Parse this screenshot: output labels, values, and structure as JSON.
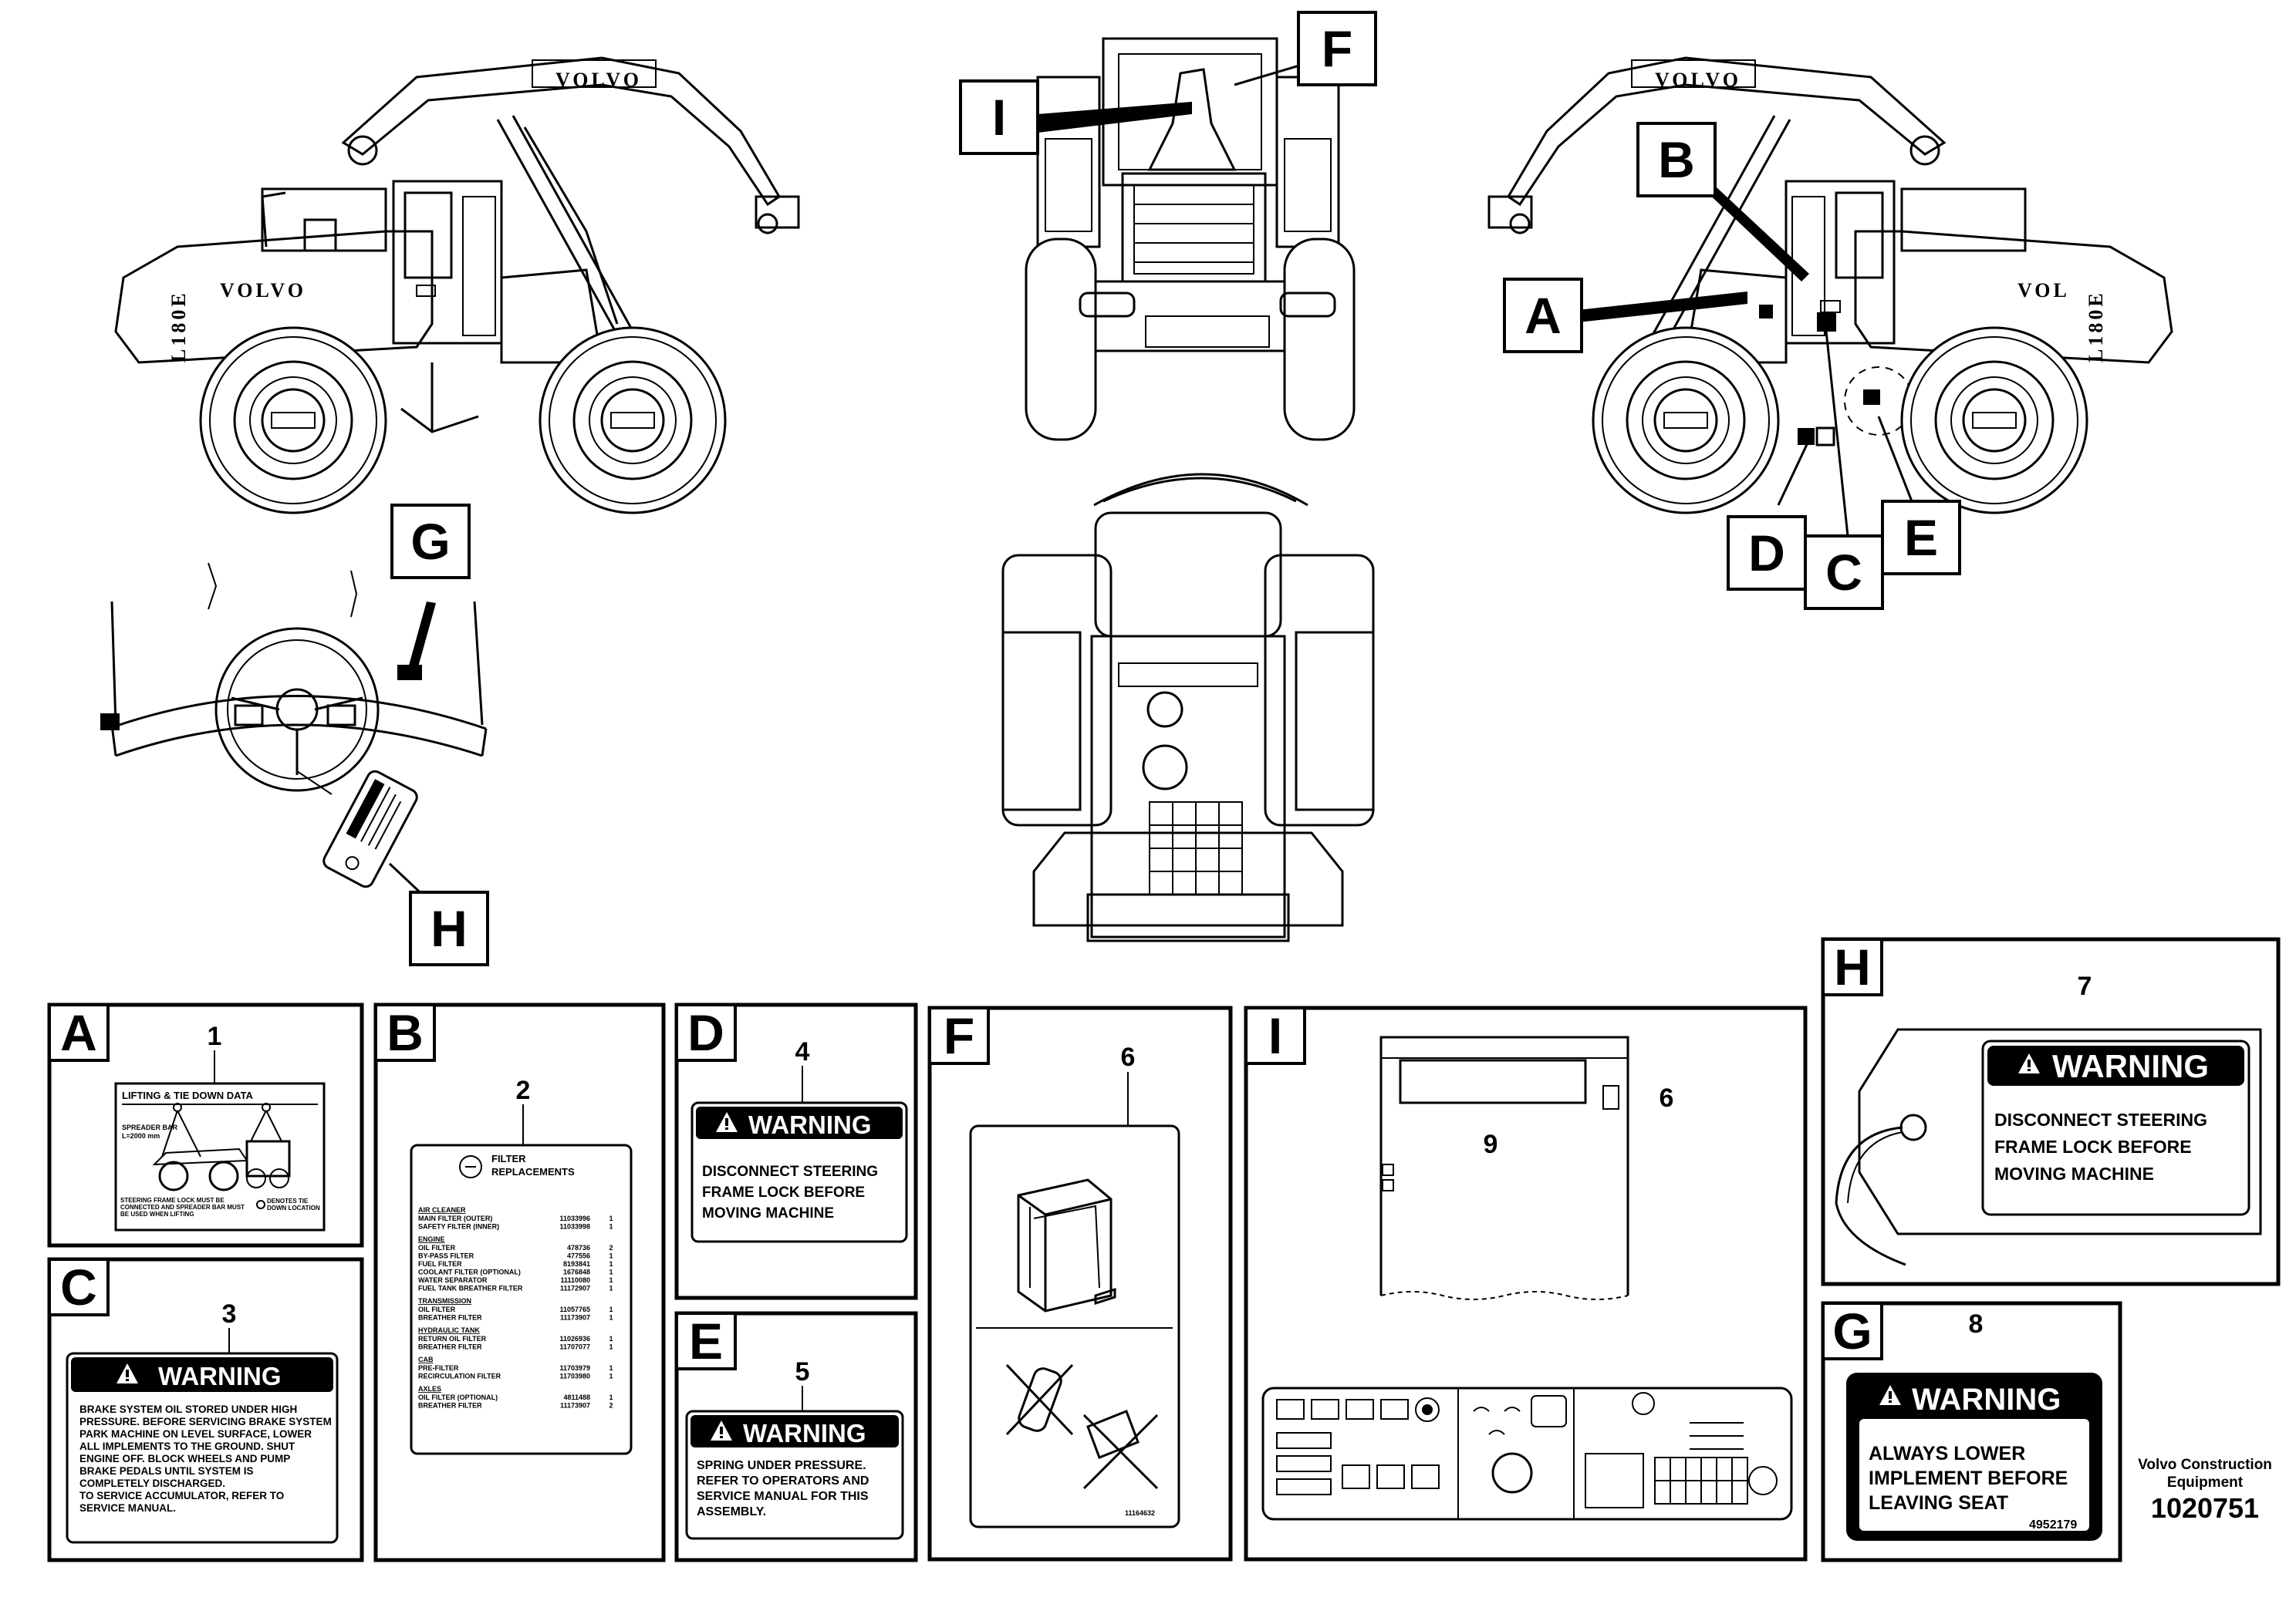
{
  "callouts": {
    "A": "A",
    "B": "B",
    "C": "C",
    "D": "D",
    "E": "E",
    "F": "F",
    "G": "G",
    "H": "H",
    "I": "I"
  },
  "machine": {
    "brand": "VOLVO",
    "brand_partial": "VOL",
    "model": "L180E"
  },
  "decals": {
    "A": {
      "item": "1",
      "title": "LIFTING & TIE DOWN DATA",
      "spreader_bar": "SPREADER BAR",
      "length": "L=2000 mm",
      "note_steering": "STEERING FRAME LOCK MUST BE CONNECTED AND SPREADER BAR MUST BE USED WHEN LIFTING",
      "note_tiedown": "DENOTES TIE DOWN LOCATION"
    },
    "B": {
      "item": "2",
      "title_line1": "FILTER",
      "title_line2": "REPLACEMENTS",
      "groups": [
        {
          "head": "AIR CLEANER",
          "rows": [
            [
              "MAIN FILTER (OUTER)",
              "11033996",
              "1"
            ],
            [
              "SAFETY FILTER (INNER)",
              "11033998",
              "1"
            ]
          ]
        },
        {
          "head": "ENGINE",
          "rows": [
            [
              "OIL FILTER",
              "478736",
              "2"
            ],
            [
              "BY-PASS FILTER",
              "477556",
              "1"
            ],
            [
              "FUEL FILTER",
              "8193841",
              "1"
            ],
            [
              "COOLANT FILTER (OPTIONAL)",
              "1676848",
              "1"
            ],
            [
              "WATER SEPARATOR",
              "11110080",
              "1"
            ],
            [
              "FUEL TANK BREATHER FILTER",
              "11172907",
              "1"
            ]
          ]
        },
        {
          "head": "TRANSMISSION",
          "rows": [
            [
              "OIL FILTER",
              "11057765",
              "1"
            ],
            [
              "BREATHER FILTER",
              "11173907",
              "1"
            ]
          ]
        },
        {
          "head": "HYDRAULIC TANK",
          "rows": [
            [
              "RETURN OIL FILTER",
              "11026936",
              "1"
            ],
            [
              "BREATHER FILTER",
              "11707077",
              "1"
            ]
          ]
        },
        {
          "head": "CAB",
          "rows": [
            [
              "PRE-FILTER",
              "11703979",
              "1"
            ],
            [
              "RECIRCULATION FILTER",
              "11703980",
              "1"
            ]
          ]
        },
        {
          "head": "AXLES",
          "rows": [
            [
              "OIL FILTER (OPTIONAL)",
              "4811488",
              "1"
            ],
            [
              "BREATHER FILTER",
              "11173907",
              "2"
            ]
          ]
        }
      ]
    },
    "C": {
      "item": "3",
      "header": "WARNING",
      "lines": [
        "BRAKE SYSTEM OIL STORED UNDER HIGH",
        "PRESSURE. BEFORE SERVICING BRAKE SYSTEM",
        "PARK MACHINE ON LEVEL SURFACE, LOWER",
        "ALL IMPLEMENTS TO THE GROUND. SHUT",
        "ENGINE OFF. BLOCK WHEELS AND PUMP",
        "BRAKE PEDALS UNTIL SYSTEM IS",
        "COMPLETELY DISCHARGED.",
        "TO SERVICE ACCUMULATOR, REFER TO",
        "SERVICE MANUAL."
      ]
    },
    "D": {
      "item": "4",
      "header": "WARNING",
      "lines": [
        "DISCONNECT STEERING",
        "FRAME LOCK BEFORE",
        "MOVING MACHINE"
      ]
    },
    "E": {
      "item": "5",
      "header": "WARNING",
      "lines": [
        "SPRING UNDER PRESSURE.",
        "REFER TO OPERATORS AND",
        "SERVICE MANUAL FOR THIS",
        "ASSEMBLY."
      ]
    },
    "F": {
      "item": "6",
      "part_no": "11164632"
    },
    "I": {
      "item_decal": "6",
      "item_panel": "9"
    },
    "H": {
      "item": "7",
      "header": "WARNING",
      "lines": [
        "DISCONNECT STEERING",
        "FRAME LOCK BEFORE",
        "MOVING MACHINE"
      ]
    },
    "G": {
      "item": "8",
      "header": "WARNING",
      "lines": [
        "ALWAYS LOWER",
        "IMPLEMENT BEFORE",
        "LEAVING SEAT"
      ],
      "part_no": "4952179"
    }
  },
  "footer": {
    "company_line1": "Volvo Construction",
    "company_line2": "Equipment",
    "drawing_no": "1020751"
  }
}
